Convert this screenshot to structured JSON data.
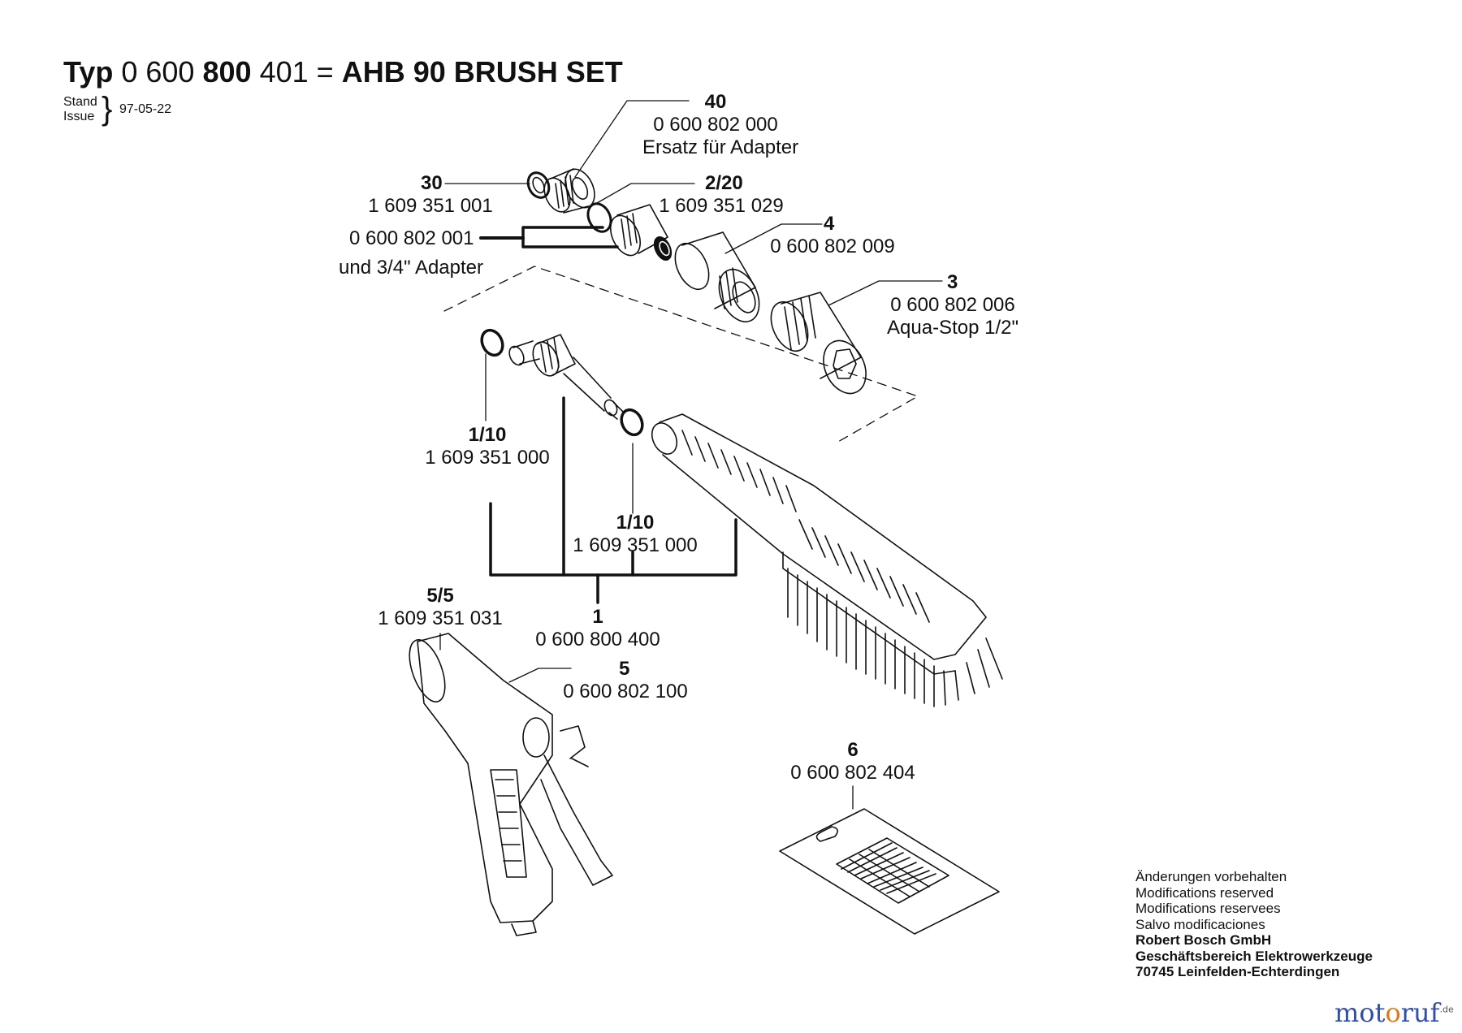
{
  "header": {
    "typ": "Typ",
    "code_plain_1": "0 600",
    "code_bold": "800",
    "code_plain_2": "401",
    "equals": "=",
    "product": "AHB 90 BRUSH SET",
    "stand": "Stand",
    "issue": "Issue",
    "date": "97-05-22"
  },
  "parts": [
    {
      "num": "40",
      "pn": "0 600 802 000",
      "desc": "Ersatz für Adapter"
    },
    {
      "num": "30",
      "pn": "1 609 351 001",
      "desc": ""
    },
    {
      "num": "2/20",
      "pn": "1 609 351 029",
      "desc": ""
    },
    {
      "num": "4",
      "pn": "0 600 802 009",
      "desc": ""
    },
    {
      "num": "3",
      "pn": "0 600 802 006",
      "desc": "Aqua-Stop 1/2\""
    },
    {
      "num": "1/10",
      "pn": "1 609 351 000",
      "desc": ""
    },
    {
      "num": "1/10",
      "pn": "1 609 351 000",
      "desc": ""
    },
    {
      "num": "5/5",
      "pn": "1 609 351 031",
      "desc": ""
    },
    {
      "num": "1",
      "pn": "0 600 800 400",
      "desc": ""
    },
    {
      "num": "5",
      "pn": "0 600 802 100",
      "desc": ""
    },
    {
      "num": "6",
      "pn": "0 600 802 404",
      "desc": ""
    }
  ],
  "adapter_group": {
    "pn": "0 600 802 001",
    "desc": "und 3/4\" Adapter"
  },
  "footer": {
    "lines": [
      "Änderungen vorbehalten",
      "Modifications reserved",
      "Modifications reservees",
      "Salvo modificaciones"
    ],
    "company": [
      "Robert Bosch GmbH",
      "Geschäftsbereich Elektrowerkzeuge",
      "70745 Leinfelden-Echterdingen"
    ]
  },
  "watermark": {
    "part1": "mot",
    "part2": "o",
    "part3": "ruf",
    "tld": ".de"
  }
}
